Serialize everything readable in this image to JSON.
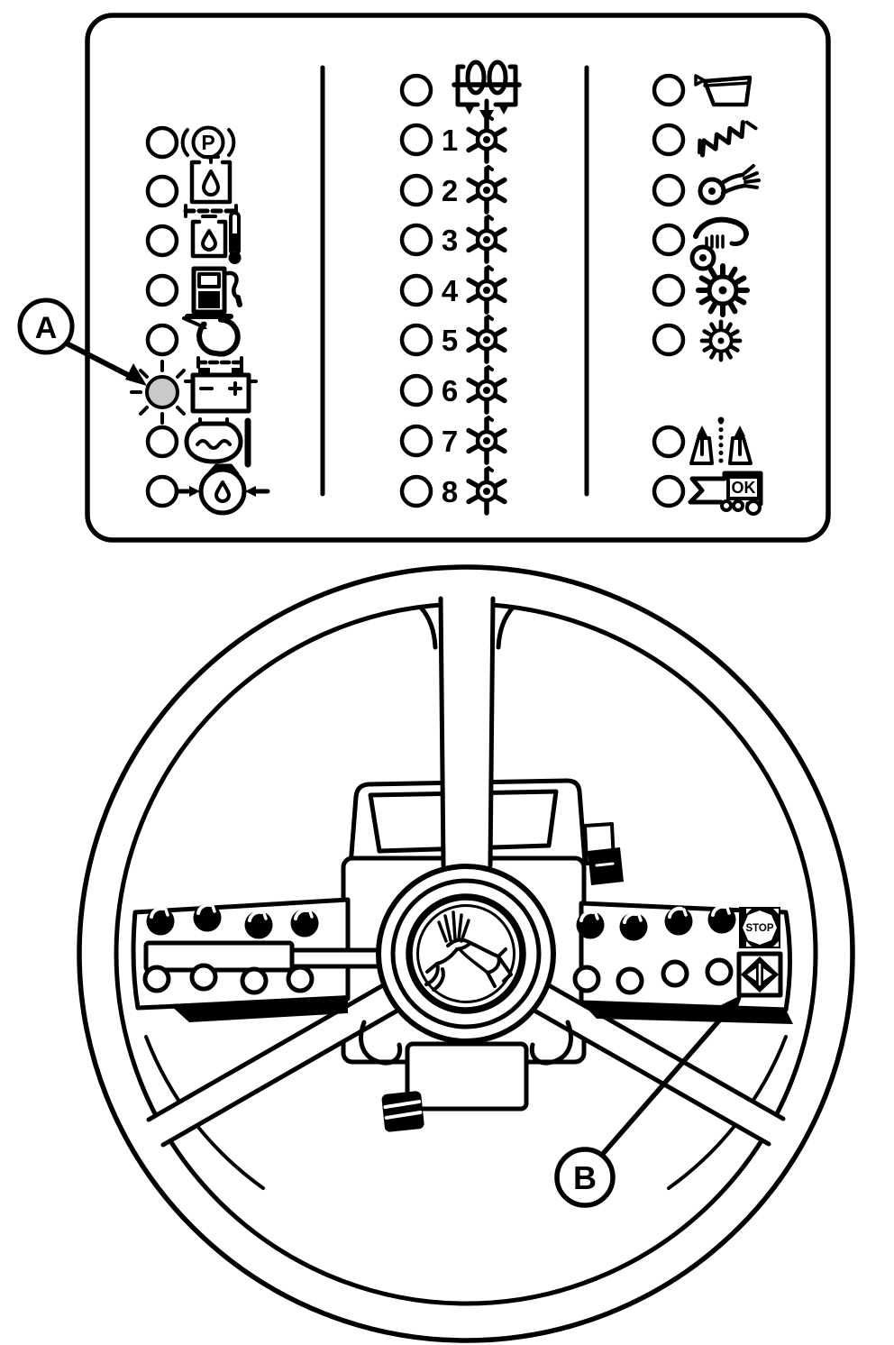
{
  "colors": {
    "line": "#000000",
    "background": "#ffffff",
    "lit_lamp_fill": "#c9c9c9"
  },
  "callouts": {
    "a": {
      "label": "A"
    },
    "b": {
      "label": "B"
    }
  },
  "indicator_panel": {
    "left_column": [
      {
        "name": "park-brake",
        "symbol": "P",
        "state": "off"
      },
      {
        "name": "hydraulic-oil-level",
        "state": "off"
      },
      {
        "name": "hydraulic-oil-temperature",
        "state": "off"
      },
      {
        "name": "fuel-level",
        "state": "off"
      },
      {
        "name": "hydraulic-filter-restriction",
        "state": "off"
      },
      {
        "name": "battery-charge",
        "state": "lit"
      },
      {
        "name": "engine-coolant-temperature",
        "state": "off"
      },
      {
        "name": "engine-oil-pressure",
        "state": "off"
      }
    ],
    "middle_column": {
      "header": {
        "name": "seed-delivery-auger"
      },
      "rows": [
        {
          "label": "1",
          "name": "row-unit-1"
        },
        {
          "label": "2",
          "name": "row-unit-2"
        },
        {
          "label": "3",
          "name": "row-unit-3"
        },
        {
          "label": "4",
          "name": "row-unit-4"
        },
        {
          "label": "5",
          "name": "row-unit-5"
        },
        {
          "label": "6",
          "name": "row-unit-6"
        },
        {
          "label": "7",
          "name": "row-unit-7"
        },
        {
          "label": "8",
          "name": "row-unit-8"
        }
      ]
    },
    "right_column": [
      {
        "name": "hopper"
      },
      {
        "name": "cross-auger"
      },
      {
        "name": "rotor-brush"
      },
      {
        "name": "unloading-auger"
      },
      {
        "name": "spiked-wheel-large"
      },
      {
        "name": "spiked-wheel-small"
      },
      {
        "name": "bin-level"
      },
      {
        "name": "machine-ready",
        "symbol": "OK"
      }
    ]
  },
  "steering_console": {
    "logo": "leaping-deer",
    "stop_button": {
      "label": "STOP"
    },
    "diamond_button": {
      "name": "raise-lower-arrows"
    }
  }
}
